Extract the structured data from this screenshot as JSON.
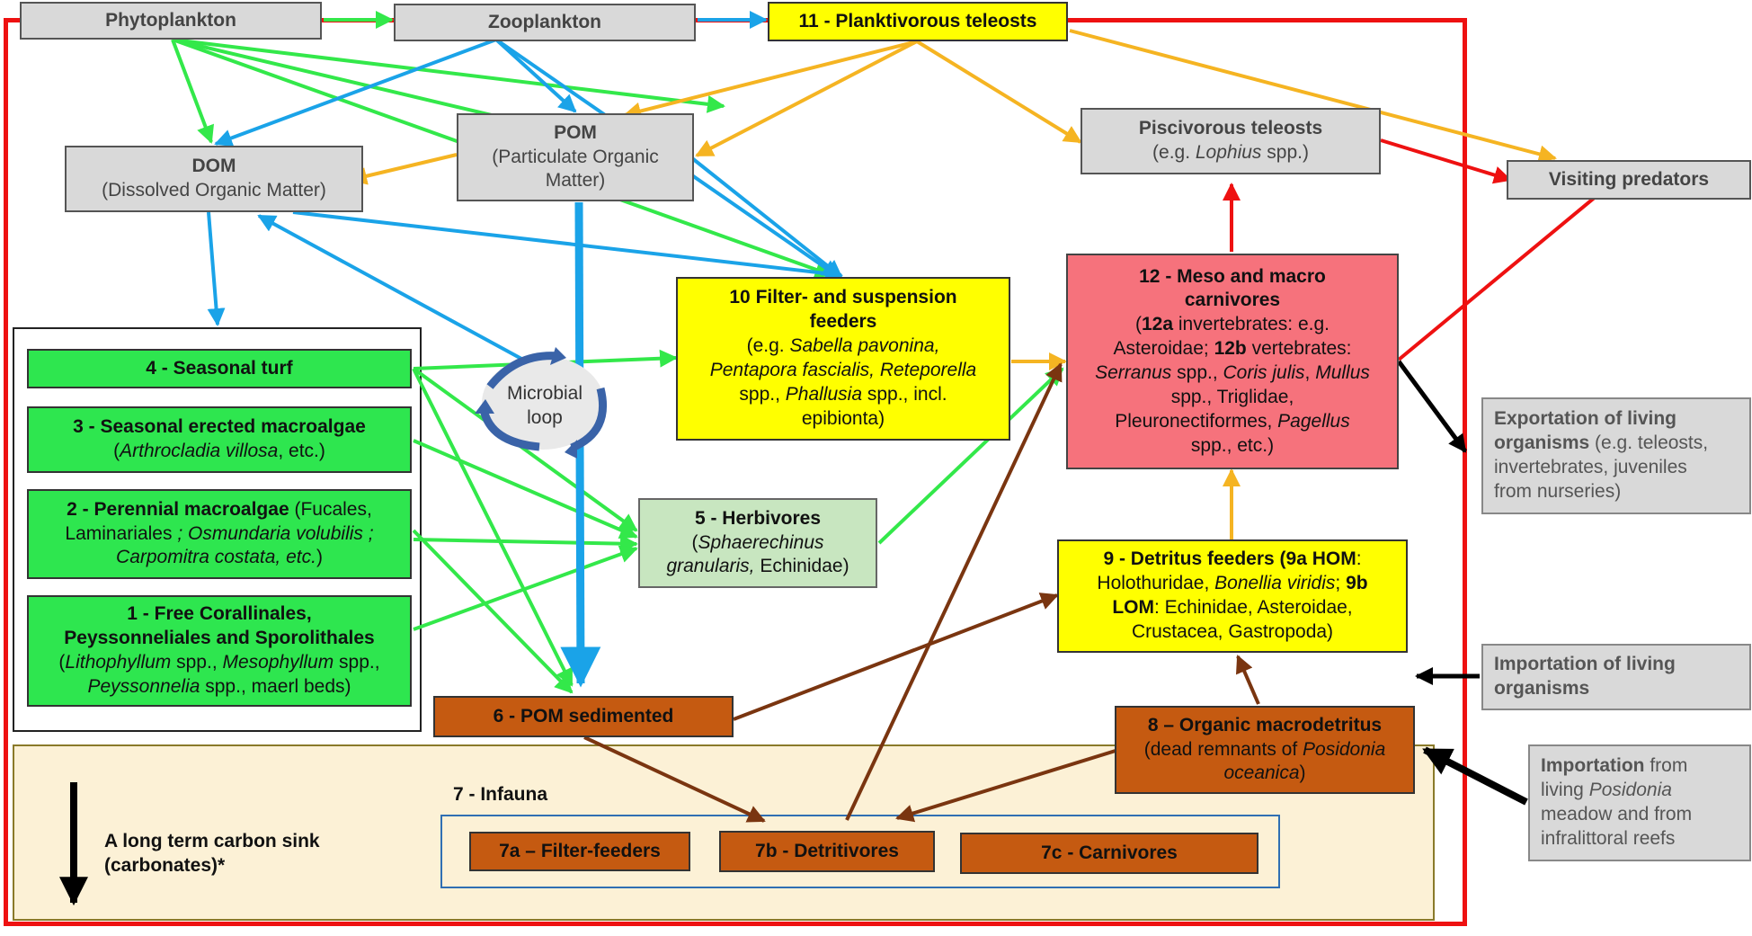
{
  "nodes": {
    "phytoplankton": "Phytoplankton",
    "zooplankton": "Zooplankton",
    "planktivorous": "11 - Planktivorous teleosts",
    "dom": {
      "title": "DOM",
      "sub": "(Dissolved Organic Matter)"
    },
    "pom": {
      "title": "POM",
      "sub1": "(Particulate Organic",
      "sub2": "Matter)"
    },
    "piscivorous": {
      "title": "Piscivorous teleosts",
      "pre": "(e.g. ",
      "genus": "Lophius",
      "post": " spp.)"
    },
    "visiting": "Visiting predators",
    "filter": {
      "title1": "10 Filter- and suspension",
      "title2": "feeders",
      "l1a": "(e.g. ",
      "l1b": "Sabella pavonina,",
      "l2": "Pentapora fascialis, Reteporella",
      "l3a": "spp., ",
      "l3b": "Phallusia",
      "l3c": " spp., incl.",
      "l4": "epibionta)"
    },
    "meso": {
      "title1": "12 - Meso and macro",
      "title2": "carnivores",
      "l1a": "(",
      "l1b": "12a",
      "l1c": " invertebrates: e.g.",
      "l2a": "Asteroidae; ",
      "l2b": "12b",
      "l2c": " vertebrates:",
      "l3a": "Serranus",
      "l3b": " spp., ",
      "l3c": "Coris julis",
      "l3d": ", ",
      "l3e": "Mullus",
      "l4": "spp., Triglidae,",
      "l5a": "Pleuronectiformes, ",
      "l5b": "Pagellus",
      "l6": "spp., etc.)"
    },
    "turf": "4 - Seasonal turf",
    "erected": {
      "title": "3 - Seasonal erected macroalgae",
      "sub_i": "Arthrocladia villosa",
      "sub_post": ", etc.)",
      "sub_pre": "("
    },
    "perennial": {
      "t": "2 - Perennial macroalgae",
      "a": " (Fucales,",
      "l2a": "Laminariales ",
      "l2b": "; Osmundaria volubilis ;",
      "l3": "Carpomitra costata, etc.",
      "l3post": ")"
    },
    "coralline": {
      "t1": "1 - Free Corallinales,",
      "t2": "Peyssonneliales and Sporolithales",
      "l1a": "(",
      "l1b": "Lithophyllum",
      "l1c": " spp., ",
      "l1d": "Mesophyllum",
      "l1e": " spp.,",
      "l2a": "Peyssonnelia",
      "l2b": " spp., maerl beds)"
    },
    "microbial": {
      "l1": "Microbial",
      "l2": "loop"
    },
    "herbivores": {
      "title": "5 - Herbivores",
      "l1a": "(",
      "l1b": "Sphaerechinus",
      "l2a": "granularis,",
      "l2b": " Echinidae)"
    },
    "detritus": {
      "l1a": "9 - Detritus feeders (9a HOM",
      "l1b": ":",
      "l2a": "Holothuridae, ",
      "l2b": "Bonellia viridis",
      "l2c": "; ",
      "l2d": "9b",
      "l3a": "LOM",
      "l3b": ": Echinidae, Asteroidae,",
      "l4": "Crustacea, Gastropoda)"
    },
    "pom_sed": "6 - POM sedimented",
    "macrodetritus": {
      "title": "8 – Organic macrodetritus",
      "l1a": "(dead remnants of ",
      "l1b": "Posidonia",
      "l2": "oceanica",
      "l2post": ")"
    },
    "infauna": "7 - Infauna",
    "filter7a": "7a – Filter-feeders",
    "detri7b": "7b - Detritivores",
    "carn7c": "7c - Carnivores",
    "sink": {
      "l1": "A long term carbon sink",
      "l2": "(carbonates)*"
    },
    "exportation": {
      "a": "Exportation of living",
      "b": "organisms",
      "c": " (e.g. teleosts,",
      "d": "invertebrates, juveniles",
      "e": "from nurseries)"
    },
    "import_living": {
      "a": "Importation of living",
      "b": "organisms"
    },
    "import_from": {
      "a": "Importation",
      "b": " from",
      "c": "living ",
      "d": "Posidonia",
      "e": "meadow and from",
      "f": "infralittoral reefs"
    }
  },
  "colors": {
    "red": "#ee1111",
    "green_arrow": "#33e84a",
    "blue_arrow": "#1aa3e8",
    "orange_arrow": "#f5b422",
    "brown_arrow": "#7a3510",
    "black_arrow": "#000000",
    "yellow_box": "#ffff00",
    "green_box": "#2ee64f",
    "pink_box": "#f6727c",
    "brown_box": "#c55a11",
    "gray_box": "#d9d9d9",
    "sediment_band": "#fcf1d6"
  }
}
